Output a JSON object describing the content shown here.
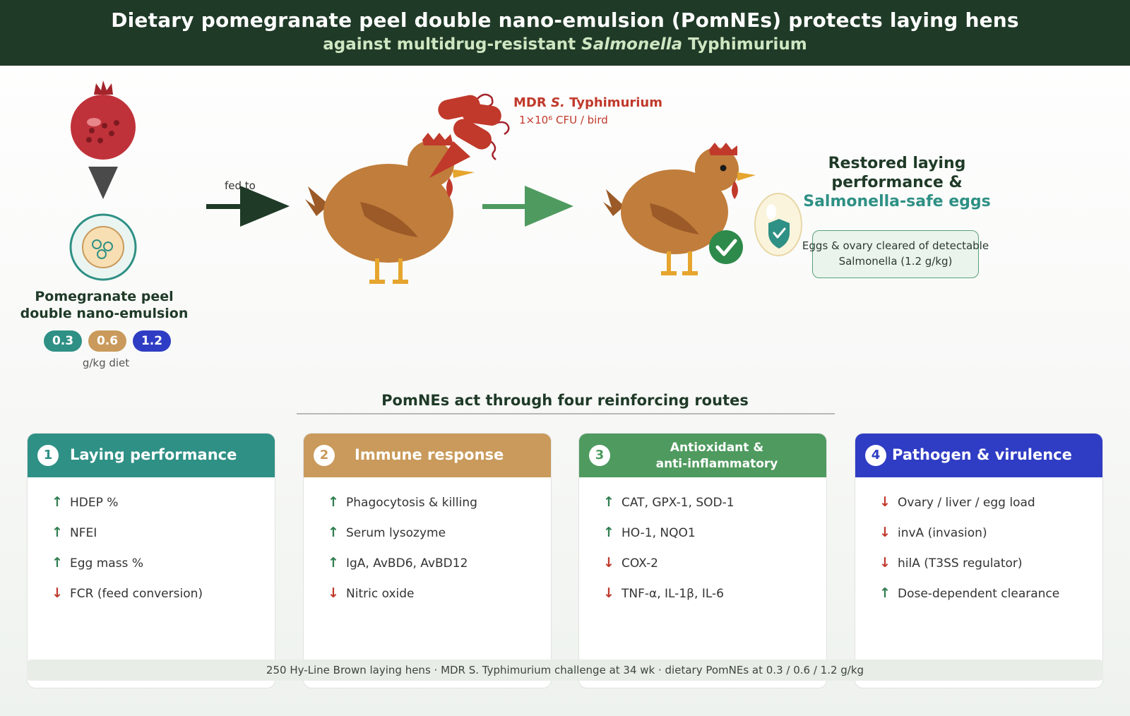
{
  "header": {
    "title": "Dietary pomegranate peel double nano-emulsion (PomNEs) protects laying hens",
    "subtitle_pre": "against multidrug-resistant ",
    "subtitle_italic": "Salmonella",
    "subtitle_post": " Typhimurium"
  },
  "input": {
    "label_line1": "Pomegranate peel",
    "label_line2": "double nano-emulsion",
    "doses": [
      "0.3",
      "0.6",
      "1.2"
    ],
    "dose_unit": "g/kg diet",
    "arrow_label": "fed to"
  },
  "pathogen": {
    "name_pre": "MDR ",
    "name_italic": "S.",
    "name_post": " Typhimurium",
    "dose": "1×10⁶ CFU / bird"
  },
  "outcome": {
    "line1": "Restored laying",
    "line2": "performance &",
    "line3": "Salmonella-safe eggs",
    "note": "Eggs & ovary cleared of detectable Salmonella (1.2 g/kg)"
  },
  "routes_title": "PomNEs act through four reinforcing routes",
  "cards": [
    {
      "num": "1",
      "title": "Laying performance",
      "color": "#2f9085",
      "items": [
        {
          "dir": "up",
          "text": "HDEP %"
        },
        {
          "dir": "up",
          "text": "NFEI"
        },
        {
          "dir": "up",
          "text": "Egg mass %"
        },
        {
          "dir": "down",
          "text": "FCR (feed conversion)"
        }
      ]
    },
    {
      "num": "2",
      "title": "Immune response",
      "color": "#c99a5b",
      "items": [
        {
          "dir": "up",
          "text": "Phagocytosis & killing"
        },
        {
          "dir": "up",
          "text": "Serum lysozyme"
        },
        {
          "dir": "up",
          "text": "IgA, AvBD6, AvBD12"
        },
        {
          "dir": "down",
          "text": "Nitric oxide"
        }
      ]
    },
    {
      "num": "3",
      "title_line1": "Antioxidant &",
      "title_line2": "anti-inflammatory",
      "color": "#4f9a5f",
      "items": [
        {
          "dir": "up",
          "text": "CAT, GPX-1, SOD-1"
        },
        {
          "dir": "up",
          "text": "HO-1, NQO1"
        },
        {
          "dir": "down",
          "text": "COX-2"
        },
        {
          "dir": "down",
          "text": "TNF-α, IL-1β, IL-6"
        }
      ]
    },
    {
      "num": "4",
      "title": "Pathogen & virulence",
      "color": "#2f3cc4",
      "items": [
        {
          "dir": "down",
          "text": "Ovary / liver / egg load"
        },
        {
          "dir": "down",
          "text": "invA (invasion)"
        },
        {
          "dir": "down",
          "text": "hilA (T3SS regulator)"
        },
        {
          "dir": "up",
          "text": "Dose-dependent clearance"
        }
      ]
    }
  ],
  "footer": "250 Hy-Line Brown laying hens · MDR S. Typhimurium challenge at 34 wk · dietary PomNEs at 0.3 / 0.6 / 1.2 g/kg",
  "arrows": {
    "up": "↑",
    "down": "↓"
  },
  "colors": {
    "header_bg": "#1f3a27",
    "teal": "#2f9085",
    "tan": "#c99a5b",
    "green": "#4f9a5f",
    "blue": "#2f3cc4",
    "red": "#c0392b"
  }
}
